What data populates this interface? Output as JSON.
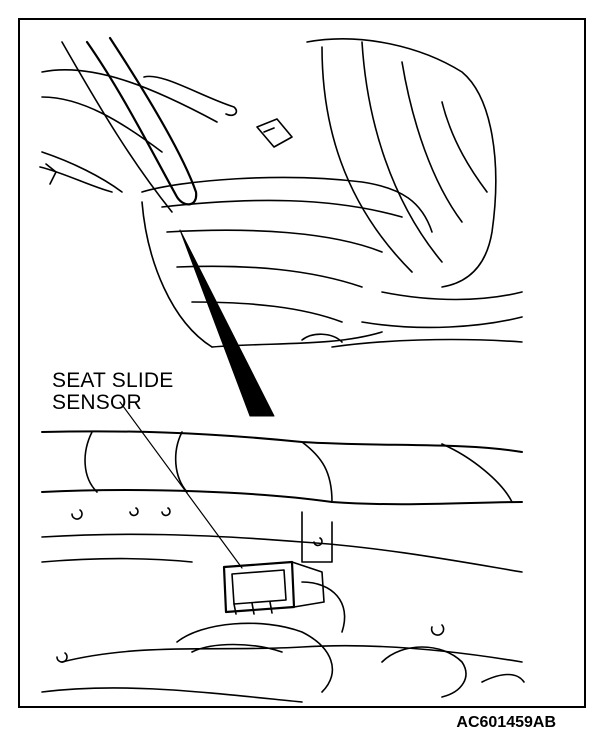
{
  "callout": {
    "line1": "SEAT SLIDE",
    "line2": "SENSOR"
  },
  "figure_id": "AC601459AB",
  "colors": {
    "ink": "#000000",
    "paper": "#ffffff"
  }
}
